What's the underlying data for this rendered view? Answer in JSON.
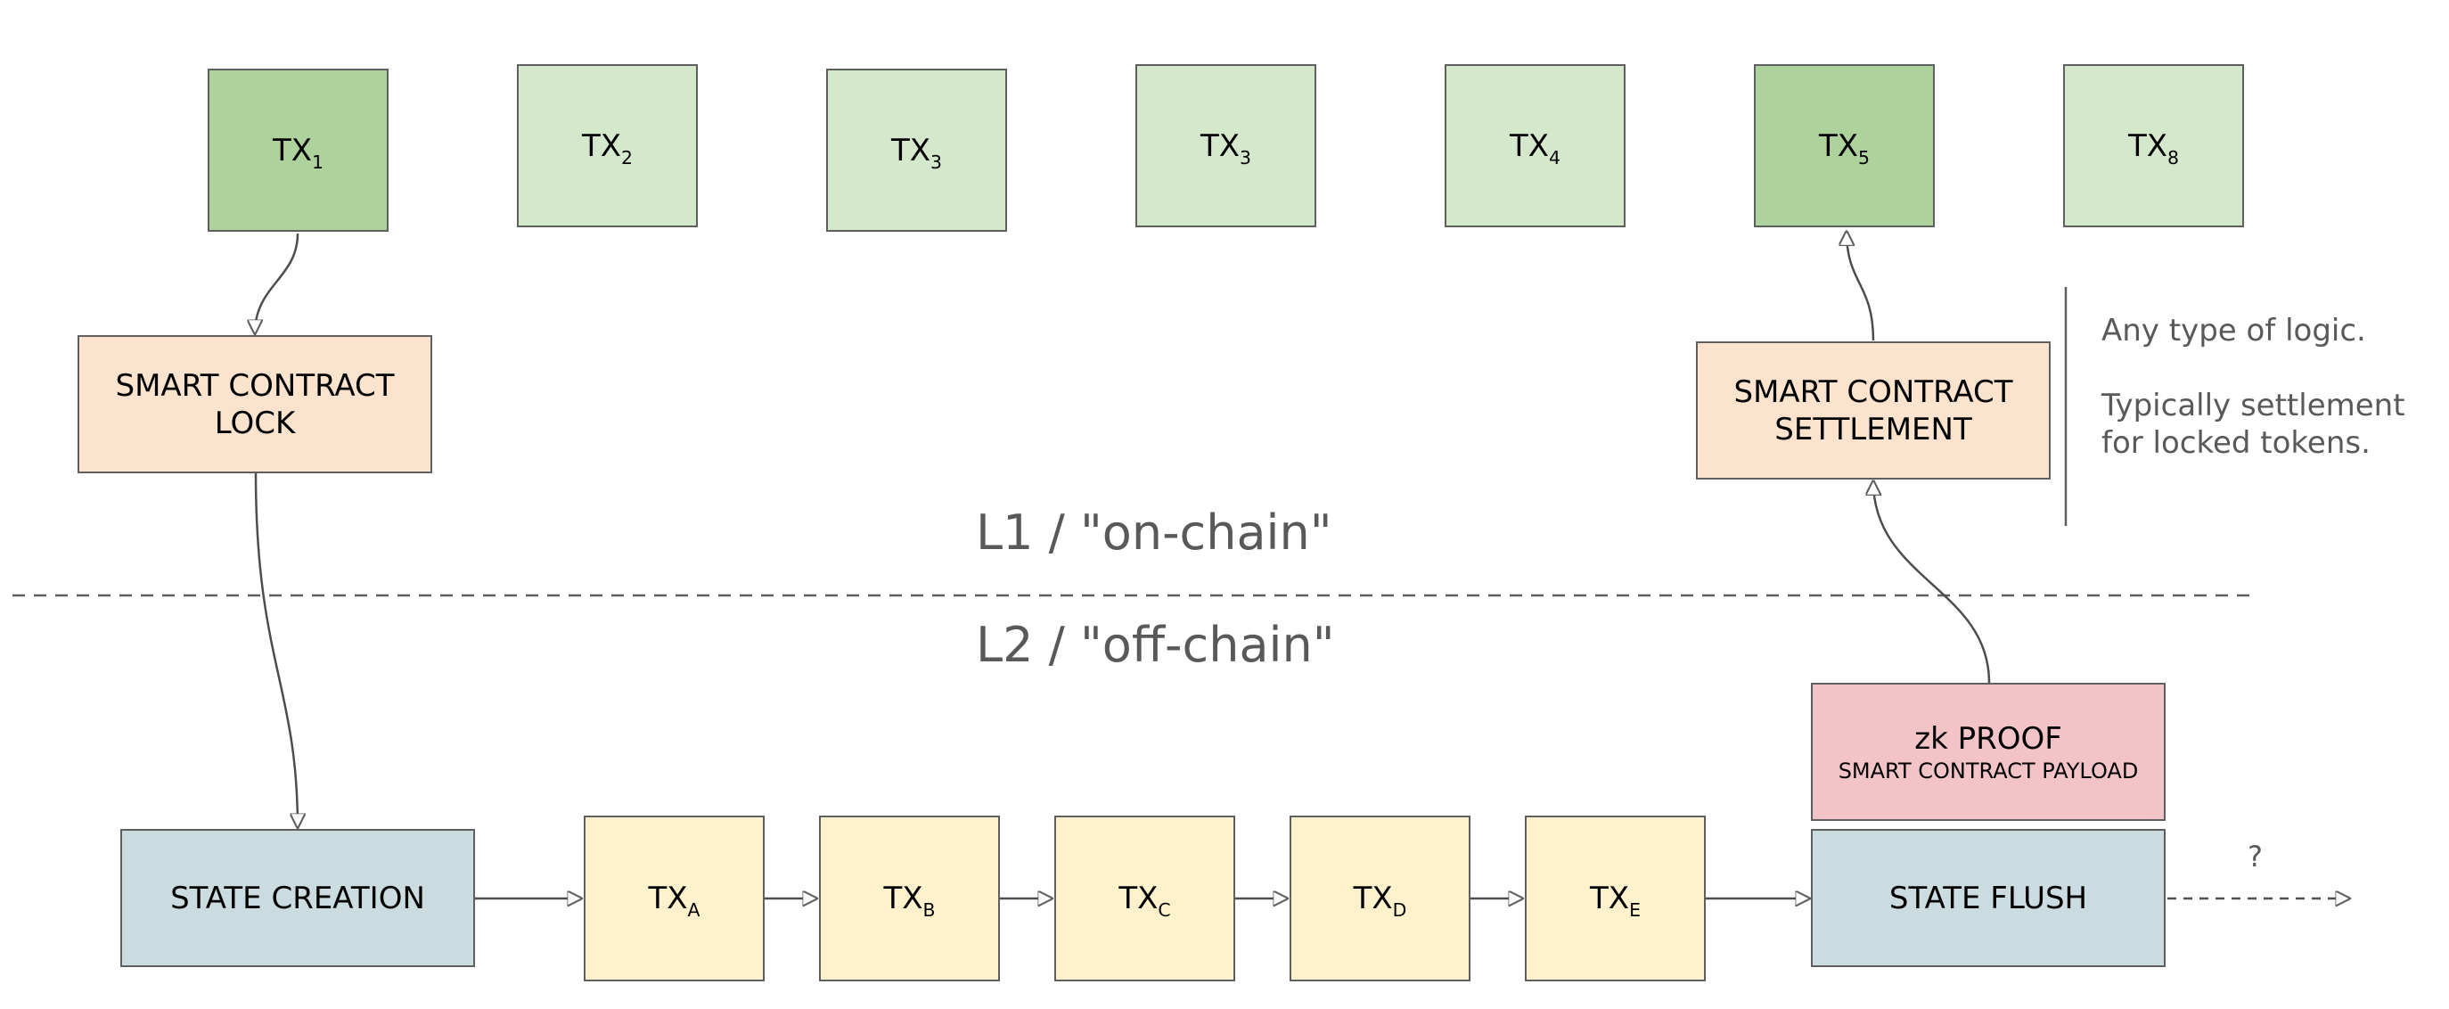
{
  "l1": {
    "label": "L1 / \"on-chain\"",
    "transactions": [
      {
        "base": "TX",
        "sub": "1"
      },
      {
        "base": "TX",
        "sub": "2"
      },
      {
        "base": "TX",
        "sub": "3"
      },
      {
        "base": "TX",
        "sub": "3"
      },
      {
        "base": "TX",
        "sub": "4"
      },
      {
        "base": "TX",
        "sub": "5"
      },
      {
        "base": "TX",
        "sub": "8"
      }
    ],
    "lock": {
      "line1": "SMART CONTRACT",
      "line2": "LOCK"
    },
    "settlement": {
      "line1": "SMART CONTRACT",
      "line2": "SETTLEMENT"
    }
  },
  "l2": {
    "label": "L2 / \"off-chain\"",
    "state_creation": "STATE CREATION",
    "transactions": [
      {
        "base": "TX",
        "sub": "A"
      },
      {
        "base": "TX",
        "sub": "B"
      },
      {
        "base": "TX",
        "sub": "C"
      },
      {
        "base": "TX",
        "sub": "D"
      },
      {
        "base": "TX",
        "sub": "E"
      }
    ],
    "state_flush": "STATE FLUSH",
    "proof": {
      "title": "zk PROOF",
      "subtitle": "SMART CONTRACT PAYLOAD"
    },
    "continuation": "?"
  },
  "note": {
    "line1": "Any type of logic.",
    "line2": "Typically settlement",
    "line3": "for locked tokens."
  },
  "colors": {
    "tx_highlight": "#aed29c",
    "tx_default": "#d4e8cc",
    "l2_tx": "#fff1cc",
    "contract": "#fbe3cd",
    "state": "#cadce0",
    "proof": "#f2c4c7"
  }
}
